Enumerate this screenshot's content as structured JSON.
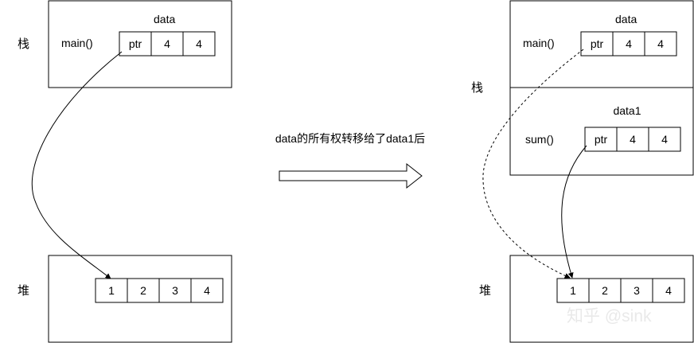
{
  "left": {
    "stack_label": "栈",
    "heap_label": "堆",
    "frame_fn": "main()",
    "var_name": "data",
    "stack_cells": [
      "ptr",
      "4",
      "4"
    ],
    "heap_cells": [
      "1",
      "2",
      "3",
      "4"
    ]
  },
  "middle": {
    "caption": "data的所有权转移给了data1后"
  },
  "right": {
    "stack_label": "栈",
    "heap_label": "堆",
    "frame1_fn": "main()",
    "frame1_var": "data",
    "frame1_cells": [
      "ptr",
      "4",
      "4"
    ],
    "frame2_fn": "sum()",
    "frame2_var": "data1",
    "frame2_cells": [
      "ptr",
      "4",
      "4"
    ],
    "heap_cells": [
      "1",
      "2",
      "3",
      "4"
    ]
  },
  "watermark": "知乎 @sink"
}
